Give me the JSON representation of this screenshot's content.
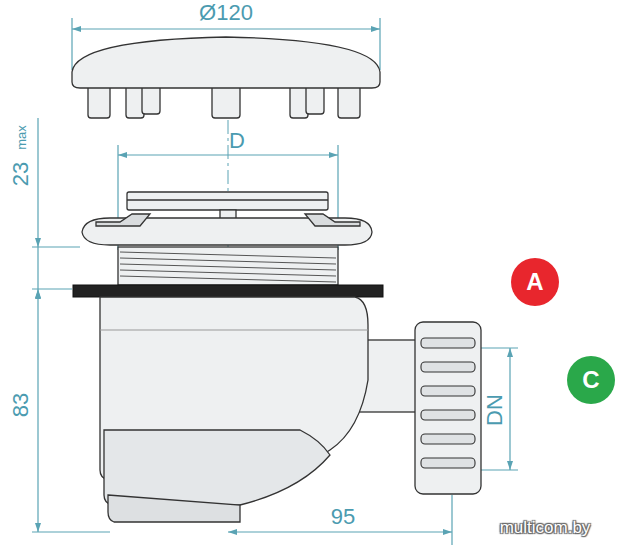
{
  "diagram": {
    "nodes": [
      {
        "text": [
          "A"
        ]
      },
      {
        "text": [
          "C"
        ]
      }
    ],
    "labels": [
      "Ø120",
      "D",
      "23",
      "max",
      "83",
      "DN",
      "95",
      "multicom.by"
    ]
  }
}
